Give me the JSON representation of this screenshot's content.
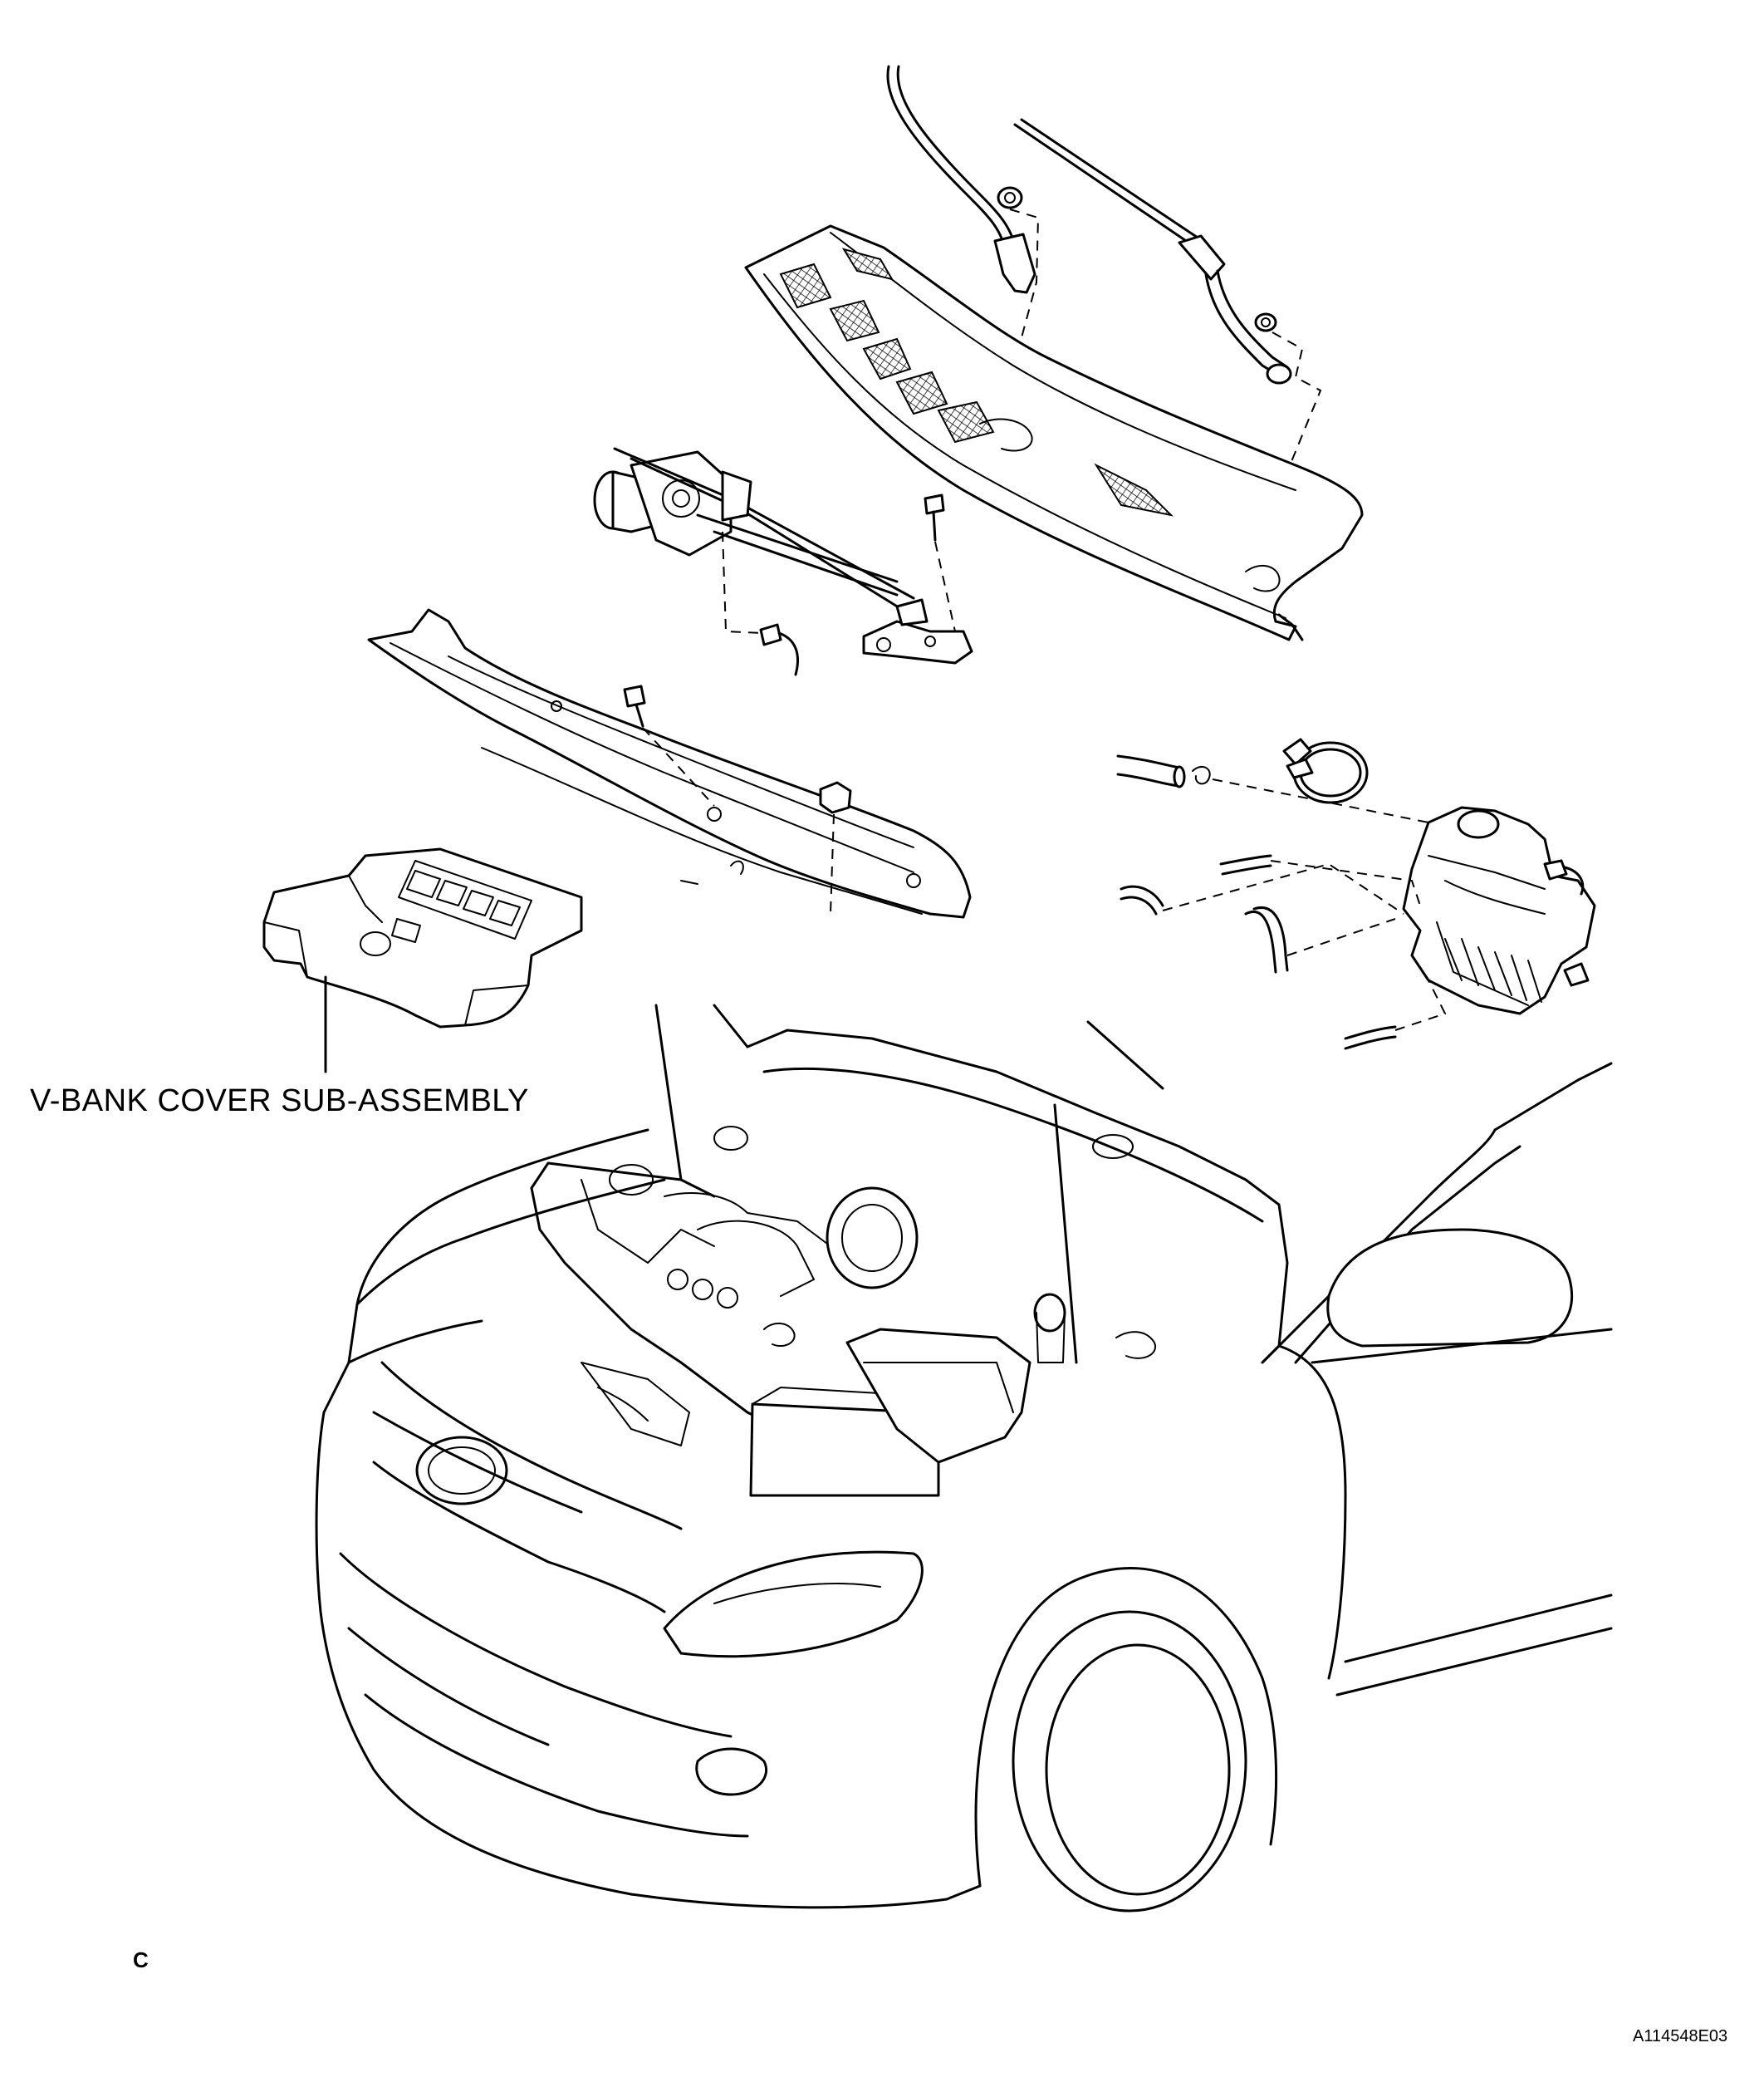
{
  "figure": {
    "callout_label": "V-BANK COVER SUB-ASSEMBLY",
    "section_code": "C",
    "figure_id": "A114548E03"
  },
  "icons": [
    "wiper-arm-left-icon",
    "wiper-arm-right-icon",
    "cowl-top-ventilator-louver-icon",
    "windshield-wiper-motor-and-link-icon",
    "cowl-top-panel-outer-icon",
    "v-bank-cover-icon",
    "air-cleaner-assembly-icon",
    "vehicle-front-engine-bay-icon"
  ],
  "colors": {
    "line": "#000000",
    "background": "#ffffff"
  }
}
